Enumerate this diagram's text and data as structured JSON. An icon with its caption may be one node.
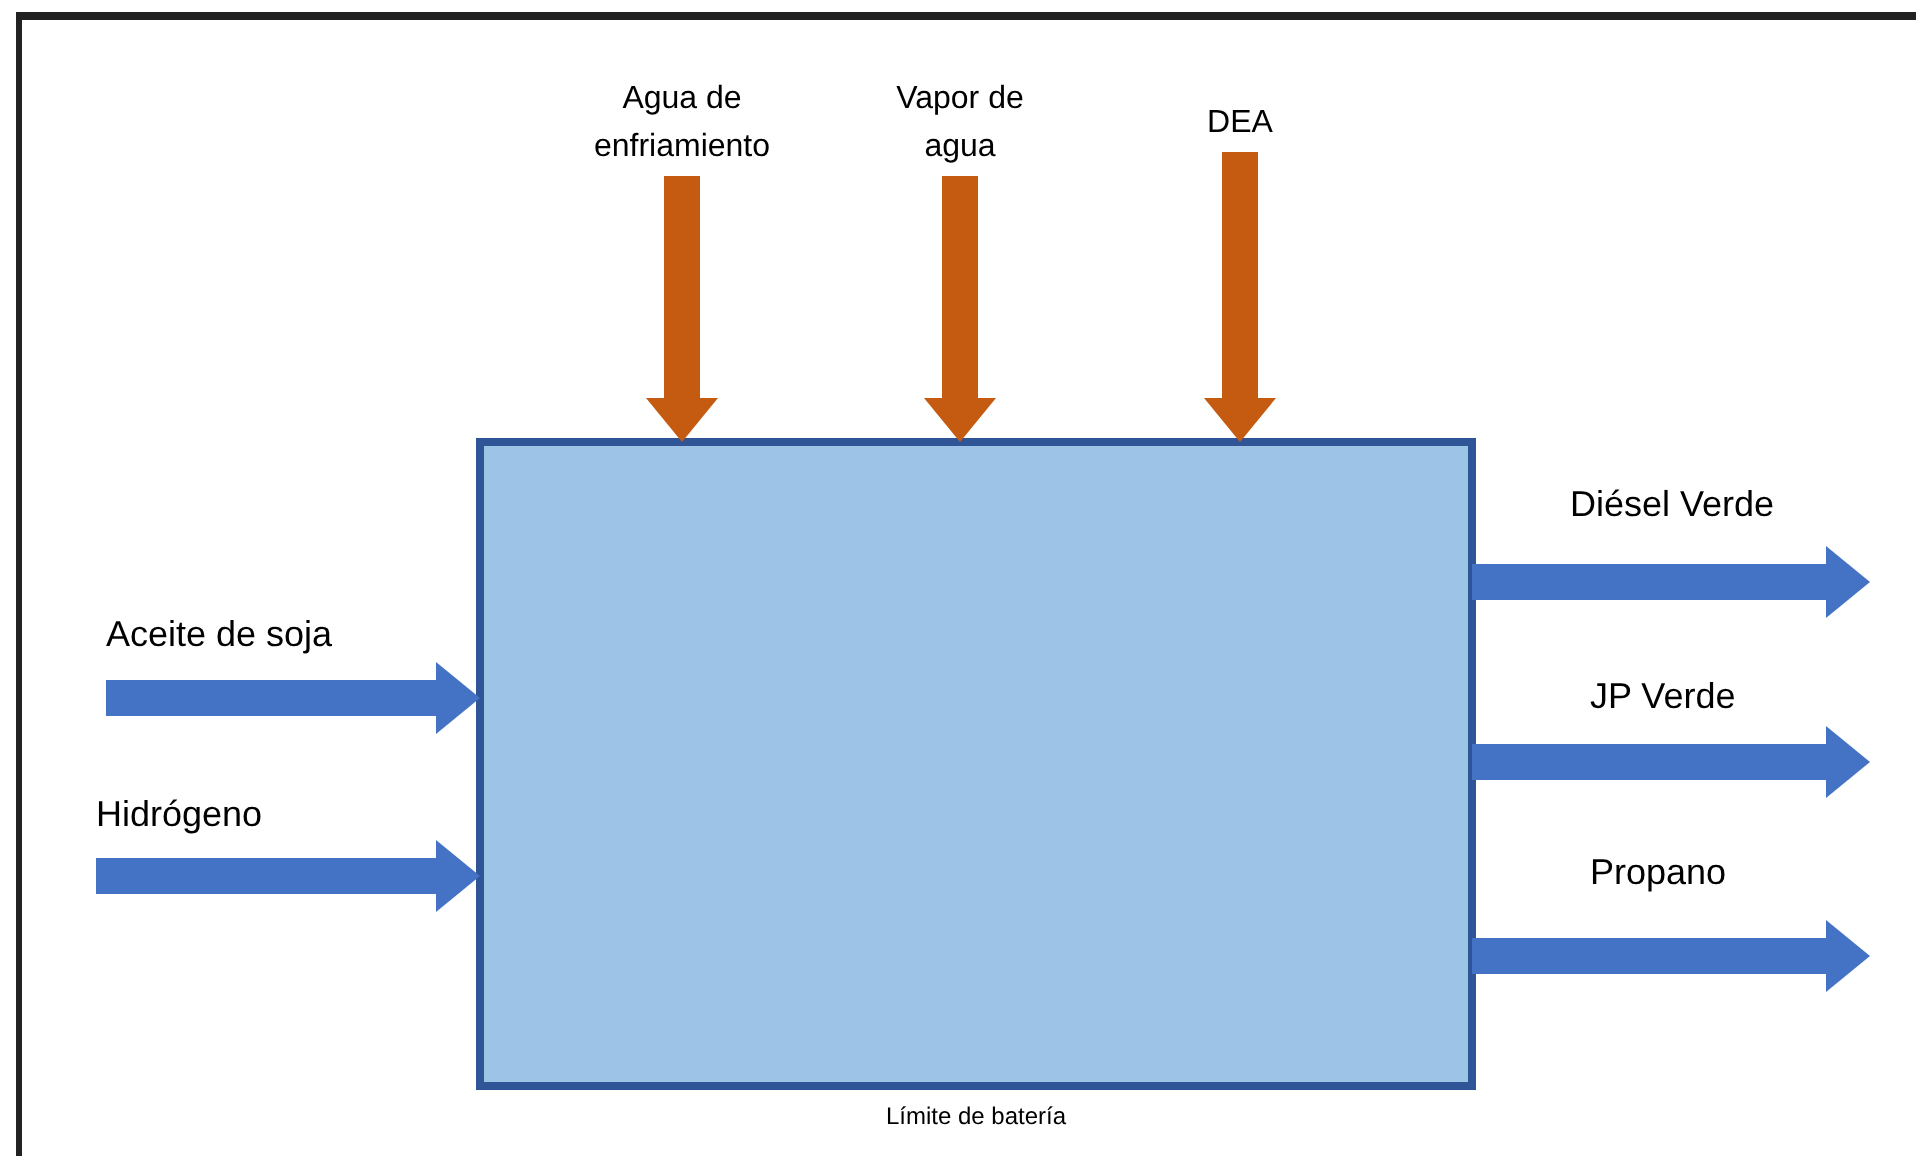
{
  "diagram": {
    "nodes": [
      {
        "text": [],
        "shape": "box",
        "beside": [
          "Límite de batería"
        ]
      },
      {
        "text": [
          "Agua de enfriamiento"
        ]
      },
      {
        "text": [
          "Vapor de agua"
        ]
      },
      {
        "text": [
          "DEA"
        ]
      },
      {
        "text": [
          "Aceite de soja"
        ]
      },
      {
        "text": [
          "Hidrógeno"
        ]
      },
      {
        "text": [
          "Diésel Verde"
        ]
      },
      {
        "text": [
          "JP Verde"
        ]
      },
      {
        "text": [
          "Propano"
        ]
      }
    ],
    "edges": [
      {
        "from": 1,
        "to": 0,
        "arrow": "to",
        "color": "#c55a11"
      },
      {
        "from": 2,
        "to": 0,
        "arrow": "to",
        "color": "#c55a11"
      },
      {
        "from": 3,
        "to": 0,
        "arrow": "to",
        "color": "#c55a11"
      },
      {
        "from": 4,
        "to": 0,
        "arrow": "to"
      },
      {
        "from": 5,
        "to": 0,
        "arrow": "to"
      },
      {
        "from": 0,
        "to": 6,
        "arrow": "to"
      },
      {
        "from": 0,
        "to": 7,
        "arrow": "to"
      },
      {
        "from": 0,
        "to": 8,
        "arrow": "to"
      }
    ]
  }
}
